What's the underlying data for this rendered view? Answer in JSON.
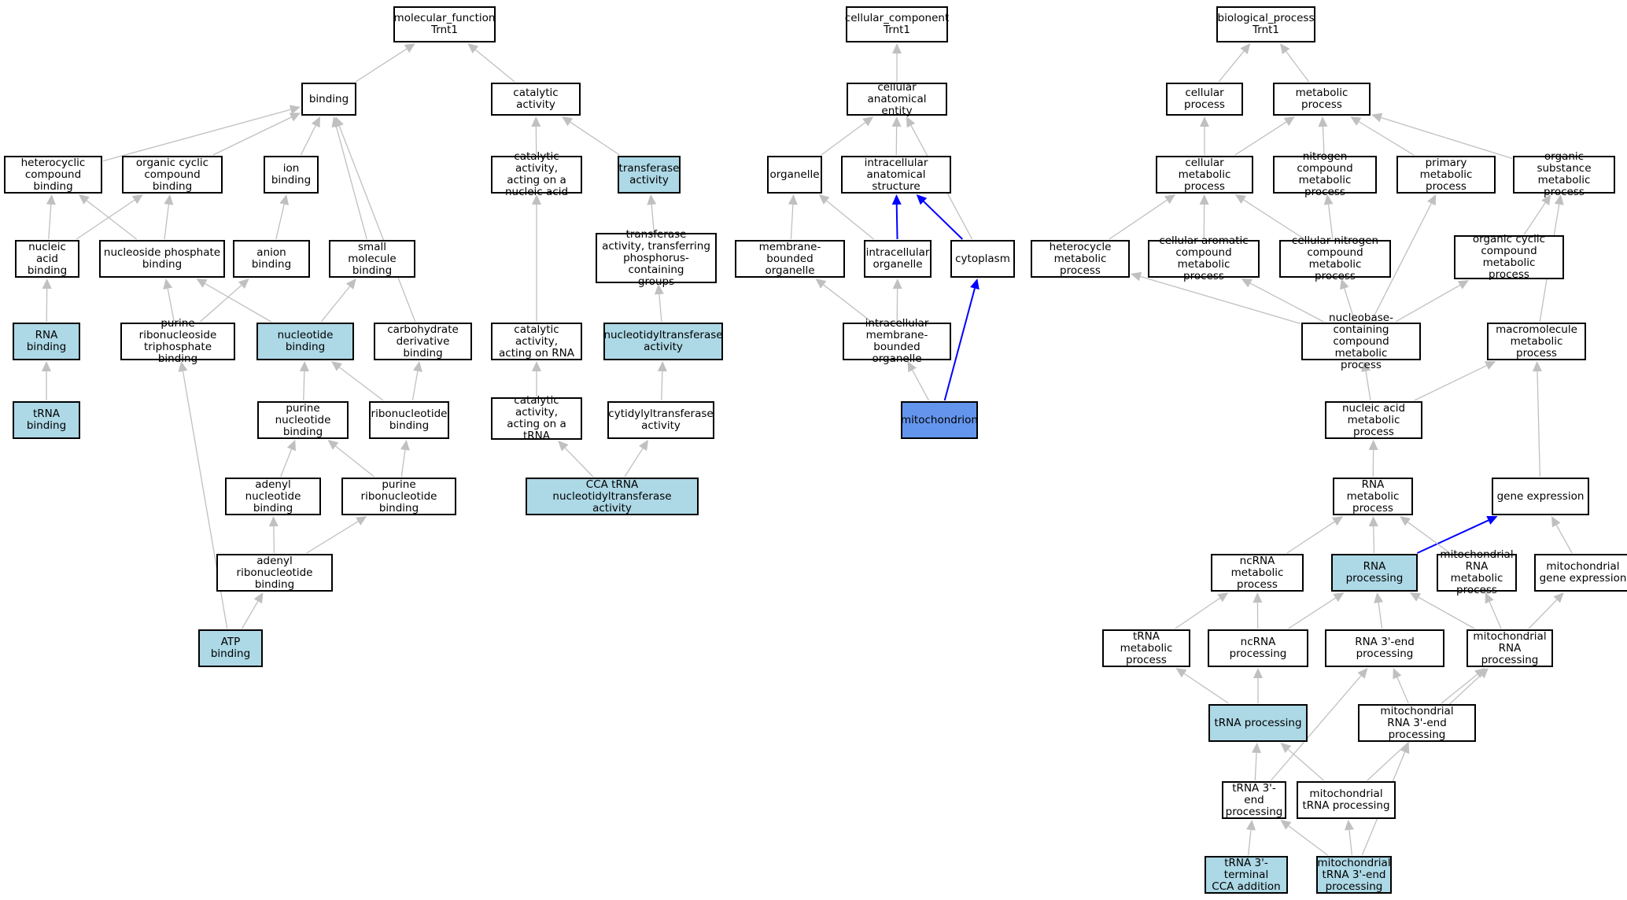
{
  "colors": {
    "edge": "#c0c0c0",
    "edge_highlight": "#0000ff",
    "node_highlight": "#add8e6",
    "node_focus": "#6495ed",
    "node_default": "#ffffff"
  },
  "nodes": [
    {
      "id": "mf",
      "label": "molecular_function\nTrnt1",
      "style": "default"
    },
    {
      "id": "binding",
      "label": "binding",
      "style": "default"
    },
    {
      "id": "catact",
      "label": "catalytic activity",
      "style": "default"
    },
    {
      "id": "heterocyclic_binding",
      "label": "heterocyclic\ncompound binding",
      "style": "default"
    },
    {
      "id": "organic_cyclic_binding",
      "label": "organic cyclic\ncompound binding",
      "style": "default"
    },
    {
      "id": "ion_binding",
      "label": "ion binding",
      "style": "default"
    },
    {
      "id": "cat_nucleic",
      "label": "catalytic activity,\nacting on a\nnucleic acid",
      "style": "default"
    },
    {
      "id": "transferase",
      "label": "transferase\nactivity",
      "style": "highlight"
    },
    {
      "id": "nucleic_acid_binding",
      "label": "nucleic acid\nbinding",
      "style": "default"
    },
    {
      "id": "nucleoside_phosphate_binding",
      "label": "nucleoside phosphate\nbinding",
      "style": "default"
    },
    {
      "id": "anion_binding",
      "label": "anion binding",
      "style": "default"
    },
    {
      "id": "small_molecule_binding",
      "label": "small molecule\nbinding",
      "style": "default"
    },
    {
      "id": "transferase_phospho",
      "label": "transferase\nactivity, transferring\nphosphorus-containing\ngroups",
      "style": "default"
    },
    {
      "id": "rna_binding",
      "label": "RNA binding",
      "style": "highlight"
    },
    {
      "id": "purine_ribonucleoside_tp",
      "label": "purine ribonucleoside\ntriphosphate\nbinding",
      "style": "default"
    },
    {
      "id": "nucleotide_binding",
      "label": "nucleotide binding",
      "style": "highlight"
    },
    {
      "id": "carbohydrate_deriv",
      "label": "carbohydrate\nderivative binding",
      "style": "default"
    },
    {
      "id": "cat_rna",
      "label": "catalytic activity,\nacting on RNA",
      "style": "default"
    },
    {
      "id": "nucleotidyltransferase",
      "label": "nucleotidyltransferase\nactivity",
      "style": "highlight"
    },
    {
      "id": "trna_binding",
      "label": "tRNA binding",
      "style": "highlight"
    },
    {
      "id": "purine_nucleotide_binding",
      "label": "purine nucleotide\nbinding",
      "style": "default"
    },
    {
      "id": "ribonucleotide_binding",
      "label": "ribonucleotide\nbinding",
      "style": "default"
    },
    {
      "id": "cat_trna",
      "label": "catalytic activity,\nacting on a\ntRNA",
      "style": "default"
    },
    {
      "id": "cytidylyltransferase",
      "label": "cytidylyltransferase\nactivity",
      "style": "default"
    },
    {
      "id": "adenyl_nucleotide_binding",
      "label": "adenyl nucleotide\nbinding",
      "style": "default"
    },
    {
      "id": "purine_ribonucleotide_binding",
      "label": "purine ribonucleotide\nbinding",
      "style": "default"
    },
    {
      "id": "cca",
      "label": "CCA tRNA nucleotidyltransferase\nactivity",
      "style": "highlight"
    },
    {
      "id": "adenyl_ribonucleotide_binding",
      "label": "adenyl ribonucleotide\nbinding",
      "style": "default"
    },
    {
      "id": "atp_binding",
      "label": "ATP binding",
      "style": "highlight"
    },
    {
      "id": "cc",
      "label": "cellular_component\nTrnt1",
      "style": "default"
    },
    {
      "id": "cae",
      "label": "cellular anatomical\nentity",
      "style": "default"
    },
    {
      "id": "organelle",
      "label": "organelle",
      "style": "default"
    },
    {
      "id": "ias",
      "label": "intracellular\nanatomical structure",
      "style": "default"
    },
    {
      "id": "mbo",
      "label": "membrane-bounded\norganelle",
      "style": "default"
    },
    {
      "id": "io",
      "label": "intracellular\norganelle",
      "style": "default"
    },
    {
      "id": "cytoplasm",
      "label": "cytoplasm",
      "style": "default"
    },
    {
      "id": "imbo",
      "label": "intracellular\nmembrane-bounded\norganelle",
      "style": "default"
    },
    {
      "id": "mito",
      "label": "mitochondrion",
      "style": "focus"
    },
    {
      "id": "bp",
      "label": "biological_process\nTrnt1",
      "style": "default"
    },
    {
      "id": "cellular_process",
      "label": "cellular process",
      "style": "default"
    },
    {
      "id": "metabolic_process",
      "label": "metabolic process",
      "style": "default"
    },
    {
      "id": "cmp",
      "label": "cellular metabolic\nprocess",
      "style": "default"
    },
    {
      "id": "ncmp",
      "label": "nitrogen compound\nmetabolic process",
      "style": "default"
    },
    {
      "id": "pmp",
      "label": "primary metabolic\nprocess",
      "style": "default"
    },
    {
      "id": "osmp",
      "label": "organic substance\nmetabolic process",
      "style": "default"
    },
    {
      "id": "hmp",
      "label": "heterocycle\nmetabolic process",
      "style": "default"
    },
    {
      "id": "cacmp",
      "label": "cellular aromatic\ncompound metabolic\nprocess",
      "style": "default"
    },
    {
      "id": "cncmp",
      "label": "cellular nitrogen\ncompound metabolic\nprocess",
      "style": "default"
    },
    {
      "id": "occmp",
      "label": "organic cyclic\ncompound metabolic\nprocess",
      "style": "default"
    },
    {
      "id": "nbcmp",
      "label": "nucleobase-containing\ncompound metabolic\nprocess",
      "style": "default"
    },
    {
      "id": "mmp",
      "label": "macromolecule\nmetabolic process",
      "style": "default"
    },
    {
      "id": "namp",
      "label": "nucleic acid\nmetabolic process",
      "style": "default"
    },
    {
      "id": "rmp",
      "label": "RNA metabolic\nprocess",
      "style": "default"
    },
    {
      "id": "ge",
      "label": "gene expression",
      "style": "default"
    },
    {
      "id": "ncrna_mp",
      "label": "ncRNA metabolic\nprocess",
      "style": "default"
    },
    {
      "id": "rna_processing",
      "label": "RNA processing",
      "style": "highlight"
    },
    {
      "id": "mito_rna_mp",
      "label": "mitochondrial\nRNA metabolic\nprocess",
      "style": "default"
    },
    {
      "id": "mito_ge",
      "label": "mitochondrial\ngene expression",
      "style": "default"
    },
    {
      "id": "trna_mp",
      "label": "tRNA metabolic\nprocess",
      "style": "default"
    },
    {
      "id": "ncrna_processing",
      "label": "ncRNA processing",
      "style": "default"
    },
    {
      "id": "rna3_processing",
      "label": "RNA 3'-end processing",
      "style": "default"
    },
    {
      "id": "mito_rna_processing",
      "label": "mitochondrial\nRNA processing",
      "style": "default"
    },
    {
      "id": "trna_processing",
      "label": "tRNA processing",
      "style": "highlight"
    },
    {
      "id": "mito_rna3",
      "label": "mitochondrial\nRNA 3'-end processing",
      "style": "default"
    },
    {
      "id": "trna3",
      "label": "tRNA 3'-end\nprocessing",
      "style": "default"
    },
    {
      "id": "mito_trna_processing",
      "label": "mitochondrial\ntRNA processing",
      "style": "default"
    },
    {
      "id": "trna3_cca",
      "label": "tRNA 3'-terminal\nCCA addition",
      "style": "highlight"
    },
    {
      "id": "mito_trna3",
      "label": "mitochondrial\ntRNA 3'-end\nprocessing",
      "style": "highlight"
    }
  ],
  "edges": [
    {
      "from": "binding",
      "to": "mf",
      "hl": false
    },
    {
      "from": "catact",
      "to": "mf",
      "hl": false
    },
    {
      "from": "heterocyclic_binding",
      "to": "binding",
      "hl": false
    },
    {
      "from": "organic_cyclic_binding",
      "to": "binding",
      "hl": false
    },
    {
      "from": "ion_binding",
      "to": "binding",
      "hl": false
    },
    {
      "from": "small_molecule_binding",
      "to": "binding",
      "hl": false
    },
    {
      "from": "carbohydrate_deriv",
      "to": "binding",
      "hl": false
    },
    {
      "from": "cat_nucleic",
      "to": "catact",
      "hl": false
    },
    {
      "from": "transferase",
      "to": "catact",
      "hl": false
    },
    {
      "from": "nucleic_acid_binding",
      "to": "heterocyclic_binding",
      "hl": false
    },
    {
      "from": "nucleic_acid_binding",
      "to": "organic_cyclic_binding",
      "hl": false
    },
    {
      "from": "nucleoside_phosphate_binding",
      "to": "heterocyclic_binding",
      "hl": false
    },
    {
      "from": "nucleoside_phosphate_binding",
      "to": "organic_cyclic_binding",
      "hl": false
    },
    {
      "from": "anion_binding",
      "to": "ion_binding",
      "hl": false
    },
    {
      "from": "rna_binding",
      "to": "nucleic_acid_binding",
      "hl": false
    },
    {
      "from": "trna_binding",
      "to": "rna_binding",
      "hl": false
    },
    {
      "from": "purine_ribonucleoside_tp",
      "to": "nucleoside_phosphate_binding",
      "hl": false
    },
    {
      "from": "purine_ribonucleoside_tp",
      "to": "anion_binding",
      "hl": false
    },
    {
      "from": "nucleotide_binding",
      "to": "nucleoside_phosphate_binding",
      "hl": false
    },
    {
      "from": "nucleotide_binding",
      "to": "small_molecule_binding",
      "hl": false
    },
    {
      "from": "purine_nucleotide_binding",
      "to": "nucleotide_binding",
      "hl": false
    },
    {
      "from": "ribonucleotide_binding",
      "to": "nucleotide_binding",
      "hl": false
    },
    {
      "from": "ribonucleotide_binding",
      "to": "carbohydrate_deriv",
      "hl": false
    },
    {
      "from": "adenyl_nucleotide_binding",
      "to": "purine_nucleotide_binding",
      "hl": false
    },
    {
      "from": "purine_ribonucleotide_binding",
      "to": "purine_nucleotide_binding",
      "hl": false
    },
    {
      "from": "purine_ribonucleotide_binding",
      "to": "ribonucleotide_binding",
      "hl": false
    },
    {
      "from": "adenyl_ribonucleotide_binding",
      "to": "adenyl_nucleotide_binding",
      "hl": false
    },
    {
      "from": "adenyl_ribonucleotide_binding",
      "to": "purine_ribonucleotide_binding",
      "hl": false
    },
    {
      "from": "atp_binding",
      "to": "adenyl_ribonucleotide_binding",
      "hl": false
    },
    {
      "from": "atp_binding",
      "to": "purine_ribonucleoside_tp",
      "hl": false
    },
    {
      "from": "cat_rna",
      "to": "cat_nucleic",
      "hl": false
    },
    {
      "from": "cat_trna",
      "to": "cat_rna",
      "hl": false
    },
    {
      "from": "transferase_phospho",
      "to": "transferase",
      "hl": false
    },
    {
      "from": "nucleotidyltransferase",
      "to": "transferase_phospho",
      "hl": false
    },
    {
      "from": "cytidylyltransferase",
      "to": "nucleotidyltransferase",
      "hl": false
    },
    {
      "from": "cca",
      "to": "cat_trna",
      "hl": false
    },
    {
      "from": "cca",
      "to": "cytidylyltransferase",
      "hl": false
    },
    {
      "from": "cae",
      "to": "cc",
      "hl": false
    },
    {
      "from": "organelle",
      "to": "cae",
      "hl": false
    },
    {
      "from": "ias",
      "to": "cae",
      "hl": false
    },
    {
      "from": "cytoplasm",
      "to": "cae",
      "hl": false
    },
    {
      "from": "mbo",
      "to": "organelle",
      "hl": false
    },
    {
      "from": "io",
      "to": "organelle",
      "hl": false
    },
    {
      "from": "io",
      "to": "ias",
      "hl": true
    },
    {
      "from": "cytoplasm",
      "to": "ias",
      "hl": true
    },
    {
      "from": "imbo",
      "to": "mbo",
      "hl": false
    },
    {
      "from": "imbo",
      "to": "io",
      "hl": false
    },
    {
      "from": "mito",
      "to": "imbo",
      "hl": false
    },
    {
      "from": "mito",
      "to": "cytoplasm",
      "hl": true
    },
    {
      "from": "cellular_process",
      "to": "bp",
      "hl": false
    },
    {
      "from": "metabolic_process",
      "to": "bp",
      "hl": false
    },
    {
      "from": "cmp",
      "to": "cellular_process",
      "hl": false
    },
    {
      "from": "cmp",
      "to": "metabolic_process",
      "hl": false
    },
    {
      "from": "ncmp",
      "to": "metabolic_process",
      "hl": false
    },
    {
      "from": "pmp",
      "to": "metabolic_process",
      "hl": false
    },
    {
      "from": "osmp",
      "to": "metabolic_process",
      "hl": false
    },
    {
      "from": "hmp",
      "to": "cmp",
      "hl": false
    },
    {
      "from": "cacmp",
      "to": "cmp",
      "hl": false
    },
    {
      "from": "cncmp",
      "to": "cmp",
      "hl": false
    },
    {
      "from": "cncmp",
      "to": "ncmp",
      "hl": false
    },
    {
      "from": "occmp",
      "to": "osmp",
      "hl": false
    },
    {
      "from": "nbcmp",
      "to": "hmp",
      "hl": false
    },
    {
      "from": "nbcmp",
      "to": "cacmp",
      "hl": false
    },
    {
      "from": "nbcmp",
      "to": "cncmp",
      "hl": false
    },
    {
      "from": "nbcmp",
      "to": "occmp",
      "hl": false
    },
    {
      "from": "nbcmp",
      "to": "pmp",
      "hl": false
    },
    {
      "from": "mmp",
      "to": "osmp",
      "hl": false
    },
    {
      "from": "namp",
      "to": "nbcmp",
      "hl": false
    },
    {
      "from": "namp",
      "to": "mmp",
      "hl": false
    },
    {
      "from": "rmp",
      "to": "namp",
      "hl": false
    },
    {
      "from": "ge",
      "to": "mmp",
      "hl": false
    },
    {
      "from": "ncrna_mp",
      "to": "rmp",
      "hl": false
    },
    {
      "from": "rna_processing",
      "to": "rmp",
      "hl": false
    },
    {
      "from": "rna_processing",
      "to": "ge",
      "hl": true
    },
    {
      "from": "mito_rna_mp",
      "to": "rmp",
      "hl": false
    },
    {
      "from": "mito_ge",
      "to": "ge",
      "hl": false
    },
    {
      "from": "trna_mp",
      "to": "ncrna_mp",
      "hl": false
    },
    {
      "from": "ncrna_processing",
      "to": "ncrna_mp",
      "hl": false
    },
    {
      "from": "ncrna_processing",
      "to": "rna_processing",
      "hl": false
    },
    {
      "from": "rna3_processing",
      "to": "rna_processing",
      "hl": false
    },
    {
      "from": "mito_rna_processing",
      "to": "rna_processing",
      "hl": false
    },
    {
      "from": "mito_rna_processing",
      "to": "mito_rna_mp",
      "hl": false
    },
    {
      "from": "mito_rna_processing",
      "to": "mito_ge",
      "hl": false
    },
    {
      "from": "trna_processing",
      "to": "trna_mp",
      "hl": false
    },
    {
      "from": "trna_processing",
      "to": "ncrna_processing",
      "hl": false
    },
    {
      "from": "mito_rna3",
      "to": "rna3_processing",
      "hl": false
    },
    {
      "from": "mito_rna3",
      "to": "mito_rna_processing",
      "hl": false
    },
    {
      "from": "trna3",
      "to": "trna_processing",
      "hl": false
    },
    {
      "from": "trna3",
      "to": "rna3_processing",
      "hl": false
    },
    {
      "from": "mito_trna_processing",
      "to": "trna_processing",
      "hl": false
    },
    {
      "from": "mito_trna_processing",
      "to": "mito_rna_processing",
      "hl": false
    },
    {
      "from": "trna3_cca",
      "to": "trna3",
      "hl": false
    },
    {
      "from": "mito_trna3",
      "to": "trna3",
      "hl": false
    },
    {
      "from": "mito_trna3",
      "to": "mito_trna_processing",
      "hl": false
    },
    {
      "from": "mito_trna3",
      "to": "mito_rna3",
      "hl": false
    }
  ]
}
